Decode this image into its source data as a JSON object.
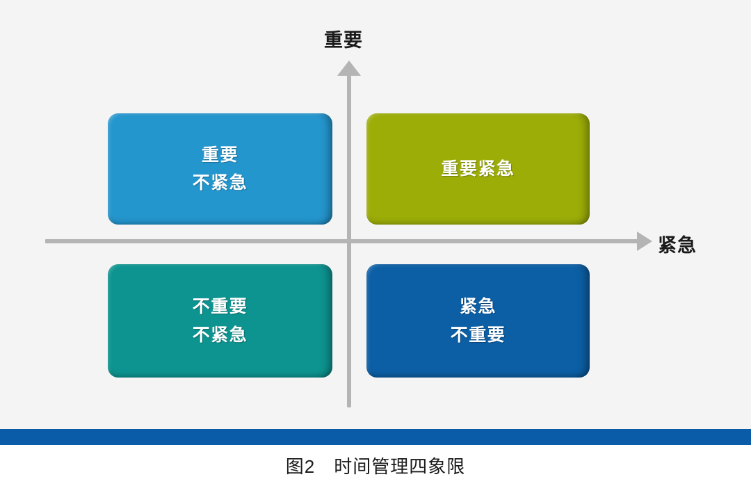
{
  "figure": {
    "background_color": "#f4f4f4",
    "caption": "图2　时间管理四象限",
    "divider_color": "#0a5ca8"
  },
  "axes": {
    "vertical_label": "重要",
    "horizontal_label": "紧急",
    "axis_color": "#b4b4b4"
  },
  "chart_data": {
    "type": "scatter",
    "title": "图2　时间管理四象限",
    "xlabel": "紧急",
    "ylabel": "重要",
    "quadrants": [
      {
        "position": "top-left",
        "lines": [
          "重要",
          "不紧急"
        ],
        "color": "#2496ce"
      },
      {
        "position": "top-right",
        "lines": [
          "重要紧急"
        ],
        "color": "#9cad08"
      },
      {
        "position": "bottom-left",
        "lines": [
          "不重要",
          "不紧急"
        ],
        "color": "#0d9490"
      },
      {
        "position": "bottom-right",
        "lines": [
          "紧急",
          "不重要"
        ],
        "color": "#0c5fa5"
      }
    ],
    "grid": false,
    "legend": "none"
  }
}
